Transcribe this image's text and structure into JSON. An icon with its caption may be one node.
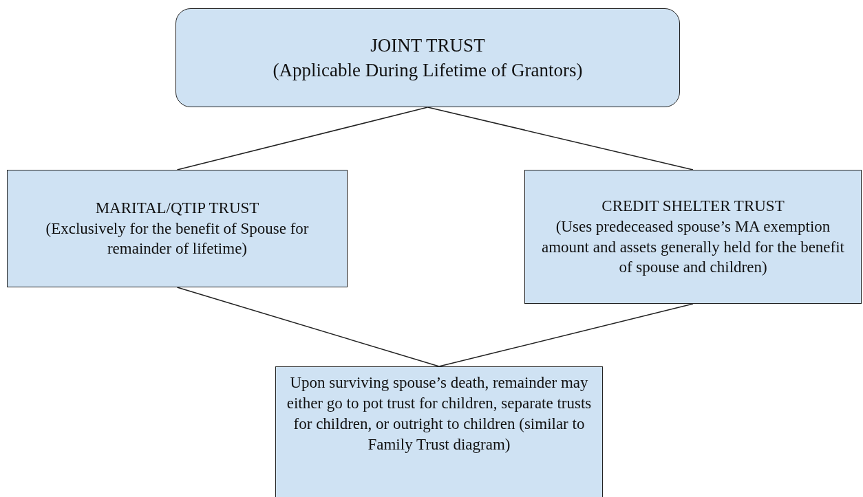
{
  "diagram": {
    "nodes": [
      {
        "text": [
          "JOINT TRUST",
          "(Applicable During Lifetime of Grantors)"
        ]
      },
      {
        "text": [
          "MARITAL/QTIP TRUST",
          "(Exclusively for the benefit of Spouse for remainder of lifetime)"
        ]
      },
      {
        "text": [
          "CREDIT SHELTER TRUST",
          "(Uses predeceased spouse’s MA exemption amount and assets generally held for the benefit of spouse and children)"
        ]
      },
      {
        "text": [
          "Upon surviving spouse’s death, remainder may either go to pot trust for children, separate trusts for children, or outright to children (similar to Family Trust diagram)"
        ]
      }
    ],
    "edges": [
      {
        "from": 0,
        "to": 1,
        "arrow": "none"
      },
      {
        "from": 0,
        "to": 2,
        "arrow": "none"
      },
      {
        "from": 1,
        "to": 3,
        "arrow": "none"
      },
      {
        "from": 2,
        "to": 3,
        "arrow": "none"
      }
    ]
  }
}
